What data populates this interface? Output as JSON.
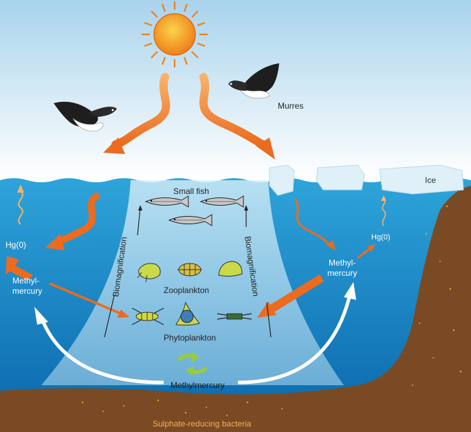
{
  "labels": {
    "murres": "Murres",
    "ice": "Ice",
    "small_fish": "Small fish",
    "zooplankton": "Zooplankton",
    "phytoplankton": "Phytoplankton",
    "hg_left": "Hg(0)",
    "hg_right": "Hg(0)",
    "methyl_left_1": "Methyl-",
    "methyl_left_2": "mercury",
    "methyl_right_1": "Methyl-",
    "methyl_right_2": "mercury",
    "methylmercury_bottom": "Methylmercury",
    "biomag_left": "Biomagnification",
    "biomag_right": "Biomagnification",
    "bacteria": "Sulphate-reducing bacteria"
  },
  "colors": {
    "sky_top": "#a9d3ec",
    "sky_bottom": "#ffffff",
    "water_top": "#2a9fd6",
    "water_bottom": "#0d6fb3",
    "sediment": "#7a4a24",
    "ice": "#dff0f8",
    "arrow_orange": "#f07a2a",
    "arrow_light": "#f6b26b",
    "cycle_green": "#9acd32",
    "sun": "#f29a1c"
  },
  "icons": [
    "sun-icon",
    "murre-bird-icon",
    "fish-icon",
    "zooplankton-icon",
    "phytoplankton-icon",
    "recycle-icon"
  ]
}
